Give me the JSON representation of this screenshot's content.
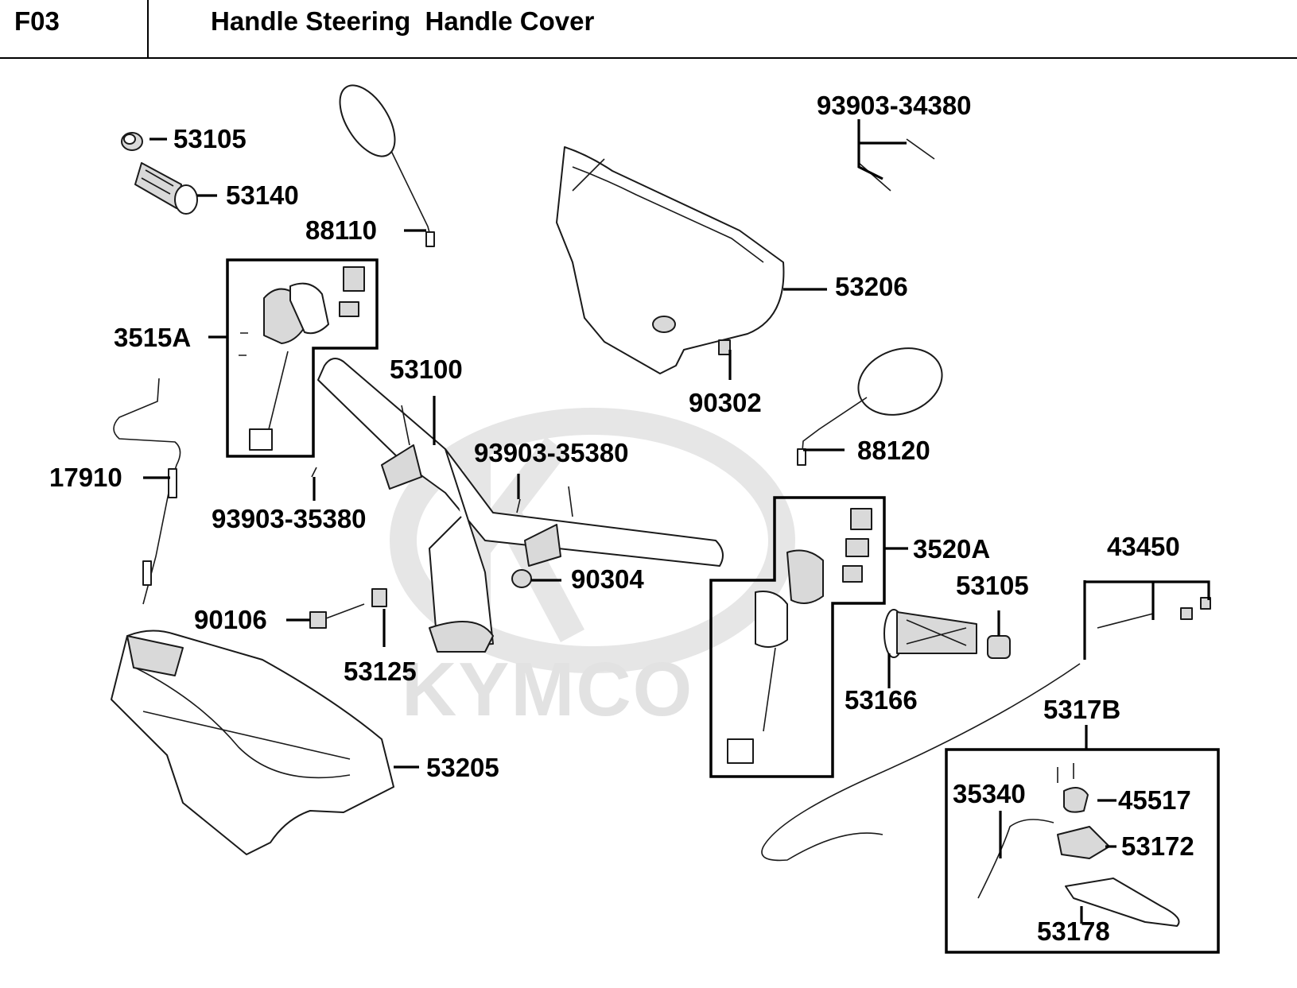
{
  "header": {
    "code": "F03",
    "title": "Handle Steering  Handle Cover"
  },
  "watermark": {
    "text": "KYMCO"
  },
  "labels": {
    "l53105a": "53105",
    "l53140": "53140",
    "l88110": "88110",
    "l3515A": "3515A",
    "l17910": "17910",
    "l93903_35380a": "93903-35380",
    "l53100": "53100",
    "l93903_34380": "93903-34380",
    "l53206": "53206",
    "l90302": "90302",
    "l88120": "88120",
    "l93903_35380b": "93903-35380",
    "l90304": "90304",
    "l90106": "90106",
    "l53125": "53125",
    "l53205": "53205",
    "l3520A": "3520A",
    "l53105b": "53105",
    "l43450": "43450",
    "l53166": "53166",
    "l5317B": "5317B",
    "l35340": "35340",
    "l45517": "45517",
    "l53172": "53172",
    "l53178": "53178"
  }
}
